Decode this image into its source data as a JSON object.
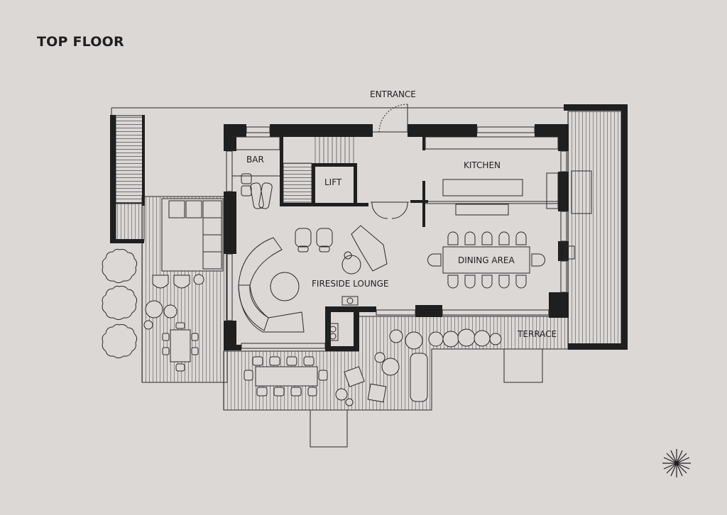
{
  "title": "TOP FLOOR",
  "labels": {
    "entrance": "ENTRANCE",
    "bar": "BAR",
    "lift": "LIFT",
    "kitchen": "KITCHEN",
    "dining": "DINING AREA",
    "lounge": "FIRESIDE LOUNGE",
    "terrace": "TERRACE"
  },
  "colors": {
    "background": "#dcd8d6",
    "wall": "#1f1f1f",
    "line": "#2a2a2a"
  },
  "icons": {
    "compass": "compass-star-icon"
  }
}
